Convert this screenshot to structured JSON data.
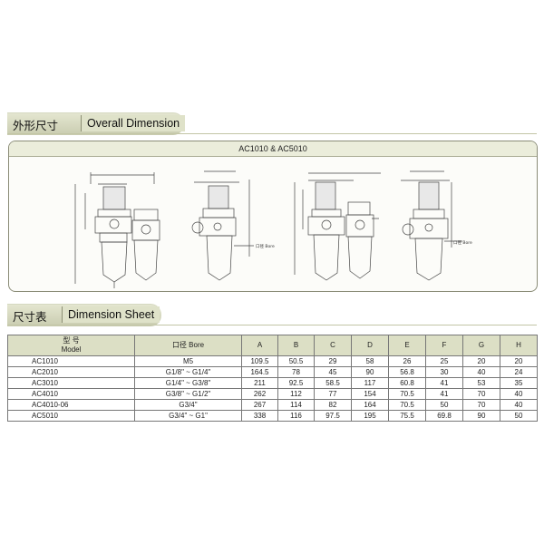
{
  "overall": {
    "cn": "外形尺寸",
    "en": "Overall Dimension",
    "panel_title": "AC1010 & AC5010",
    "labels": {
      "bore_note_1": "口径 Bore",
      "bore_note_2": "口径 Bore"
    }
  },
  "sheet": {
    "cn": "尺寸表",
    "en": "Dimension Sheet",
    "columns": {
      "model_cn": "型  号",
      "model_en": "Model",
      "bore": "口径 Bore",
      "A": "A",
      "B": "B",
      "C": "C",
      "D": "D",
      "E": "E",
      "F": "F",
      "G": "G",
      "H": "H"
    },
    "rows": [
      {
        "model": "AC1010",
        "bore": "M5",
        "A": "109.5",
        "B": "50.5",
        "C": "29",
        "D": "58",
        "E": "26",
        "F": "25",
        "G": "20",
        "H": "20"
      },
      {
        "model": "AC2010",
        "bore": "G1/8\" ~ G1/4\"",
        "A": "164.5",
        "B": "78",
        "C": "45",
        "D": "90",
        "E": "56.8",
        "F": "30",
        "G": "40",
        "H": "24"
      },
      {
        "model": "AC3010",
        "bore": "G1/4\" ~ G3/8\"",
        "A": "211",
        "B": "92.5",
        "C": "58.5",
        "D": "117",
        "E": "60.8",
        "F": "41",
        "G": "53",
        "H": "35"
      },
      {
        "model": "AC4010",
        "bore": "G3/8\" ~ G1/2\"",
        "A": "262",
        "B": "112",
        "C": "77",
        "D": "154",
        "E": "70.5",
        "F": "41",
        "G": "70",
        "H": "40"
      },
      {
        "model": "AC4010-06",
        "bore": "G3/4\"",
        "A": "267",
        "B": "114",
        "C": "82",
        "D": "164",
        "E": "70.5",
        "F": "50",
        "G": "70",
        "H": "40"
      },
      {
        "model": "AC5010",
        "bore": "G3/4\" ~ G1\"",
        "A": "338",
        "B": "116",
        "C": "97.5",
        "D": "195",
        "E": "75.5",
        "F": "69.8",
        "G": "90",
        "H": "50"
      }
    ]
  },
  "colors": {
    "header_bg": "#dfe2c9",
    "table_header_bg": "#dcdfc5",
    "border": "#777777"
  }
}
